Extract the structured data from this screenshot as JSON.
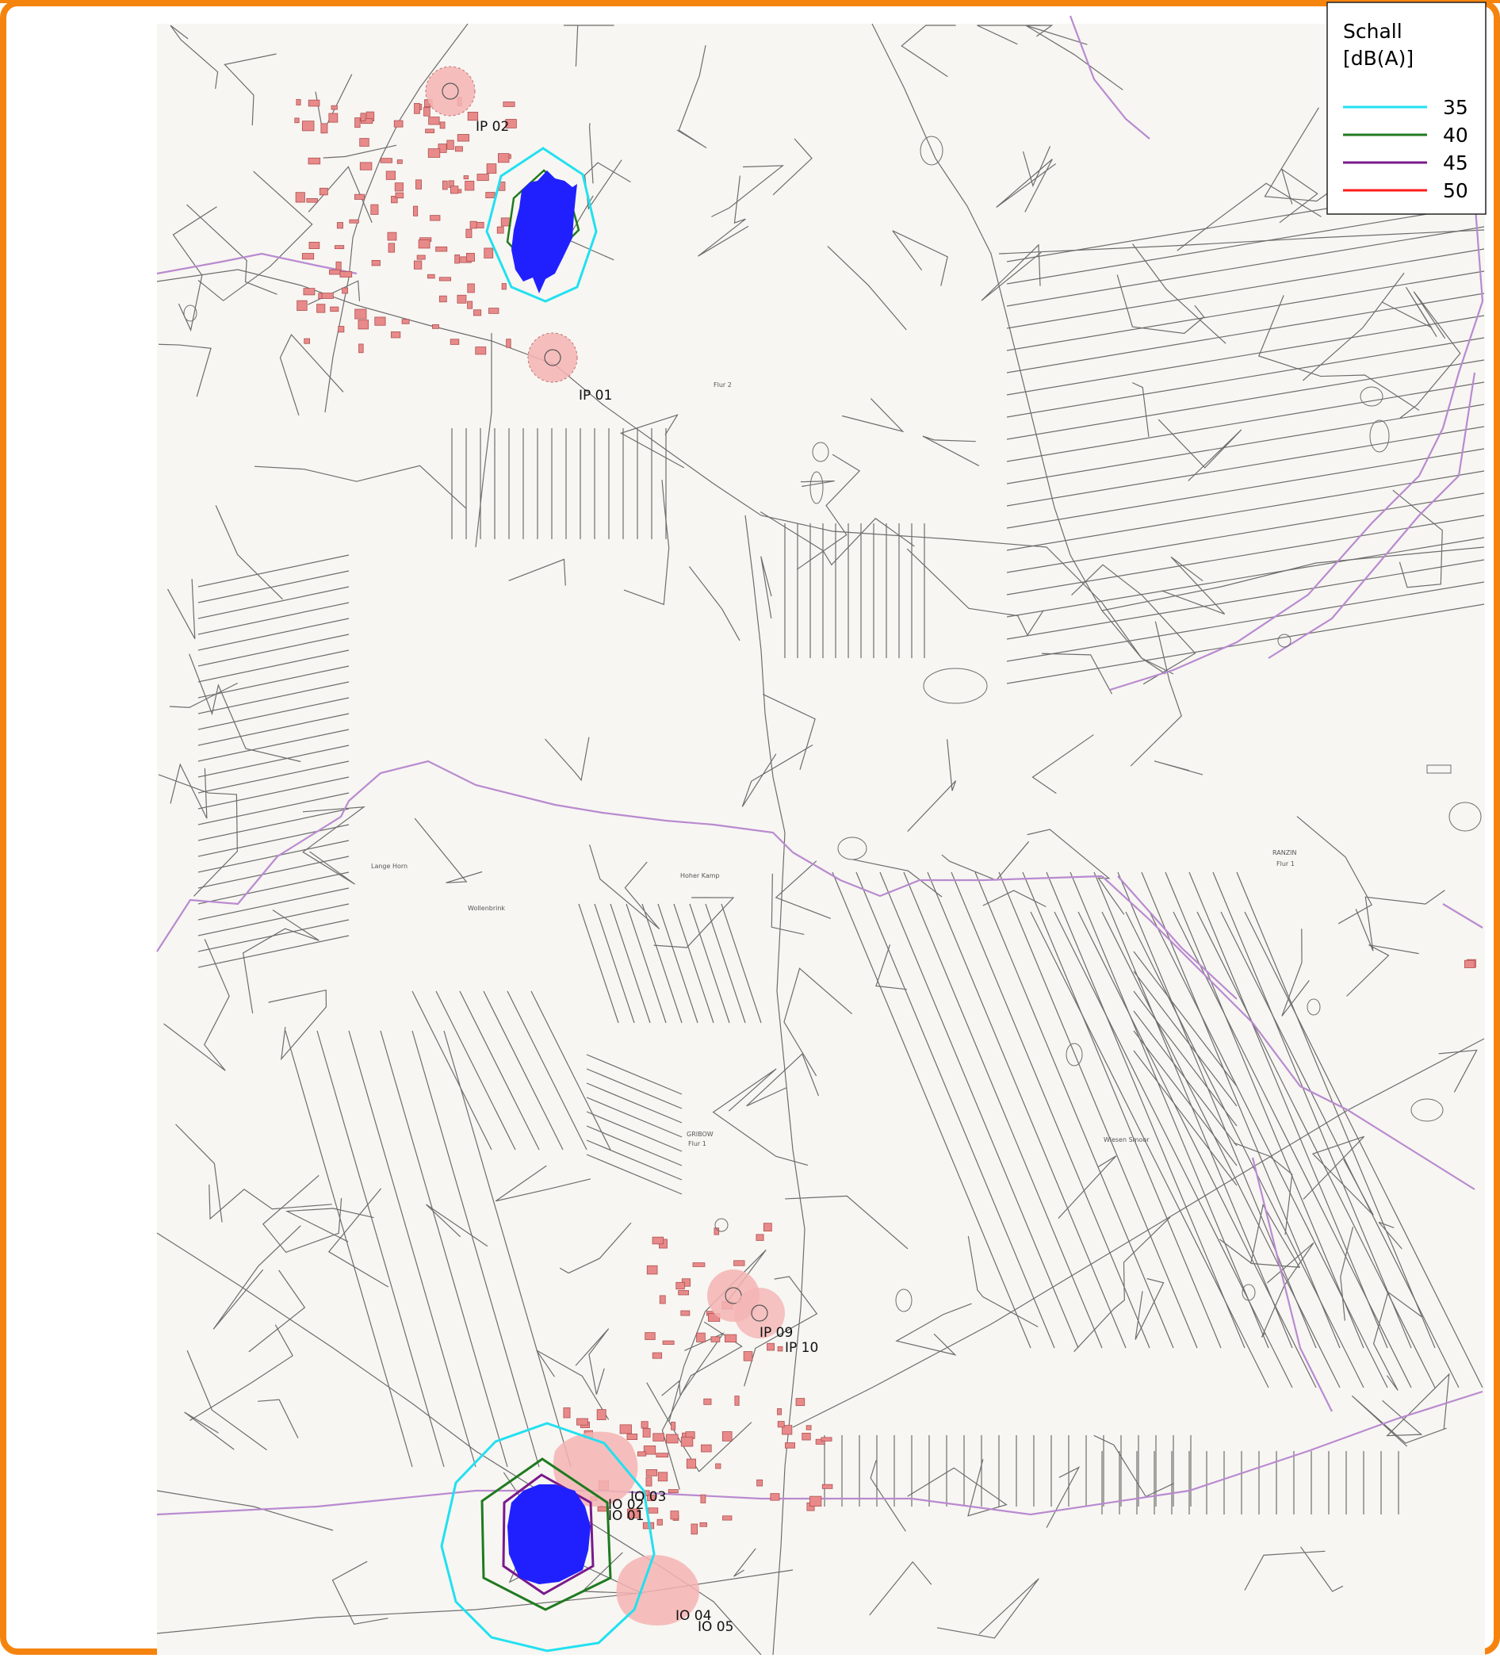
{
  "legend": {
    "title_line1": "Schall",
    "title_line2": "[dB(A)]",
    "entries": [
      {
        "label": "35",
        "color": "#22e0f0"
      },
      {
        "label": "40",
        "color": "#1f7a1f"
      },
      {
        "label": "45",
        "color": "#7a1a8a"
      },
      {
        "label": "50",
        "color": "#ff1a1a"
      }
    ]
  },
  "points": {
    "ip01": "IP 01",
    "ip02": "IP 02",
    "ip09": "IP 09",
    "ip10": "IP 10",
    "io01": "IO 01",
    "io02": "IO 02",
    "io03": "IO 03",
    "io04": "IO 04",
    "io05": "IO 05"
  },
  "map_labels": {
    "flur2": "Flur 2",
    "lange_horn": "Lange Horn",
    "wollenbrink": "Wollenbrink",
    "hoher_kamp": "Hoher Kamp",
    "gribow": "GRIBOW",
    "flur1_gribow": "Flur 1",
    "ranzin": "RANZIN",
    "flur1_ranzin": "Flur 1",
    "wiesen_smoor": "Wiesen Smoor"
  },
  "colors": {
    "frame_orange": "#f5840f",
    "map_background": "#f7f6f2",
    "turbine_blue": "#2020ff",
    "receptor_pink": "#f4b4b4",
    "building_red": "#e88a8a",
    "boundary_purple": "#b98ad0"
  }
}
